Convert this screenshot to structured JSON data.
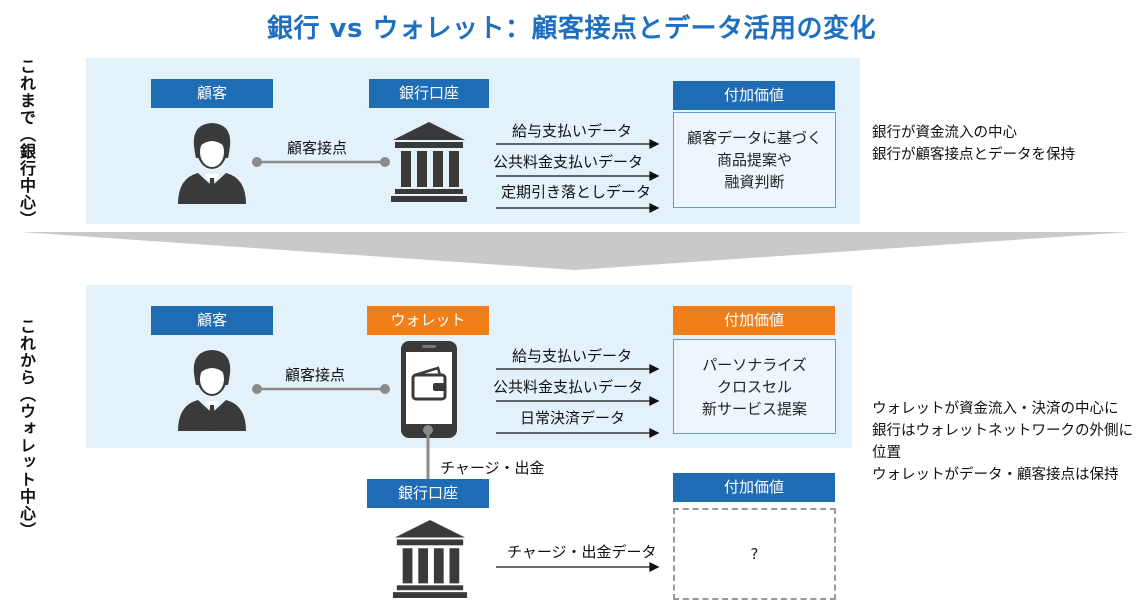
{
  "title": "銀行 vs ウォレット：顧客接点とデータ活用の変化",
  "top": {
    "side_label": "これまで（銀行中心）",
    "customer_header": "顧客",
    "bank_header": "銀行口座",
    "value_header": "付加価値",
    "contact_label": "顧客接点",
    "data_flows": [
      "給与支払いデータ",
      "公共料金支払いデータ",
      "定期引き落としデータ"
    ],
    "value_lines": [
      "顧客データに基づく",
      "商品提案や",
      "融資判断"
    ],
    "notes": [
      "銀行が資金流入の中心",
      "銀行が顧客接点とデータを保持"
    ]
  },
  "bottom": {
    "side_label": "これから（ウォレット中心）",
    "customer_header": "顧客",
    "wallet_header": "ウォレット",
    "value_header": "付加価値",
    "contact_label": "顧客接点",
    "data_flows": [
      "給与支払いデータ",
      "公共料金支払いデータ",
      "日常決済データ"
    ],
    "value_lines": [
      "パーソナライズ",
      "クロスセル",
      "新サービス提案"
    ],
    "charge_label": "チャージ・出金",
    "bank_header": "銀行口座",
    "bank_value_header": "付加価値",
    "bank_flow": "チャージ・出金データ",
    "unknown_value": "?",
    "notes": [
      "ウォレットが資金流入・決済の中心に",
      "銀行はウォレットネットワークの外側に",
      "位置",
      "ウォレットがデータ・顧客接点は保持"
    ]
  },
  "colors": {
    "title": "#1f6fc0",
    "header_blue": "#1f6cb5",
    "header_orange": "#f07f1a",
    "panel": "#e3f1fb",
    "icon": "#3a3a3a"
  }
}
